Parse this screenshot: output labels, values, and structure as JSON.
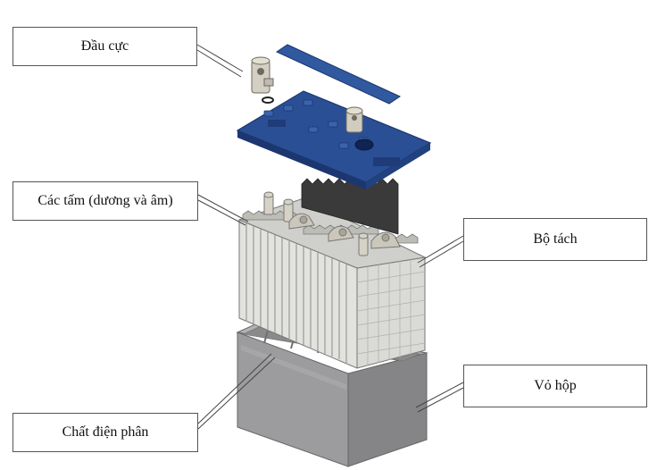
{
  "labels": {
    "terminal": "Đầu cực",
    "plates": "Các tấm (dương và âm)",
    "separator": "Bộ tách",
    "case": "Vỏ hộp",
    "electrolyte": "Chất điện phân"
  },
  "colors": {
    "lid": "#2a4f95",
    "lid_dark": "#1c3670",
    "strip": "#31599f",
    "plates": "#d9d9d6",
    "case": "#9c9c9e",
    "case_dark": "#7b7b7d",
    "terminal_metal": "#c9c4b6",
    "separator_dark": "#3a3a3a"
  }
}
